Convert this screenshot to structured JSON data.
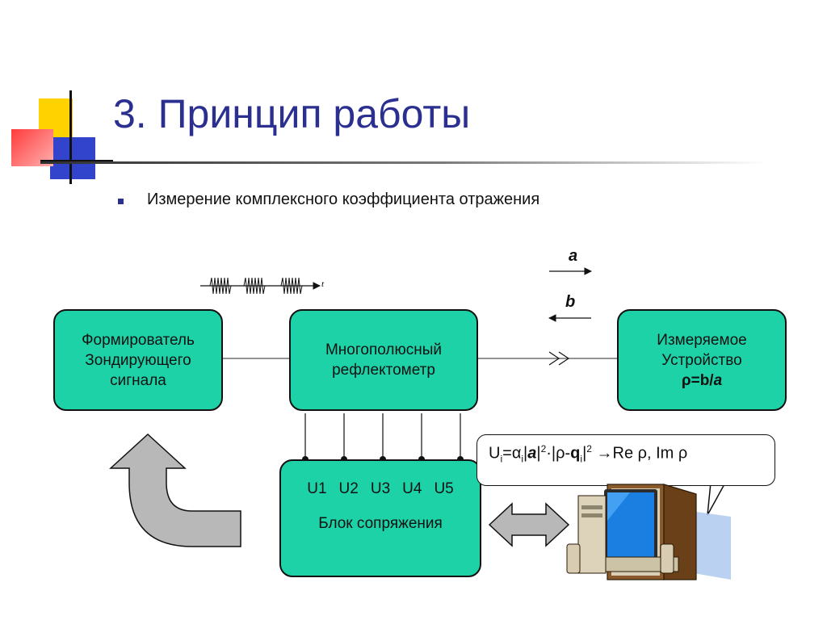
{
  "slide": {
    "title": "3. Принцип работы",
    "subtitle": "Измерение комплексного коэффициента отражения"
  },
  "diagram": {
    "generator": [
      "Формирователь",
      "Зондирующего",
      "сигнала"
    ],
    "reflectometer": [
      "Многополюсный",
      "рефлектометр"
    ],
    "device": {
      "line1": "Измеряемое",
      "line2": "Устройство",
      "formula_rho": "ρ",
      "formula_eq": "=b/",
      "formula_a": "a"
    },
    "interface": {
      "ports": [
        "U1",
        "U2",
        "U3",
        "U4",
        "U5"
      ],
      "label": "Блок сопряжения"
    },
    "wave_a": "a",
    "wave_b": "b",
    "time_label": "t",
    "formula": {
      "u": "U",
      "i": "i",
      "eq": "=",
      "alpha": "α",
      "part1": "|",
      "a": "a",
      "part2": "|",
      "pow": "2",
      "part3": "·|ρ-",
      "q": "q",
      "part4": "|",
      "result": " →Re ρ, Im ρ"
    }
  },
  "colors": {
    "box_fill": "#1ed2a8",
    "title": "#2b2f8f",
    "arrow_fill": "#b8b8b8",
    "monitor_screen": "#1a7fe0"
  },
  "icons": [
    "decor-squares",
    "curved-feedback-arrow",
    "double-headed-arrow",
    "computer-icon"
  ]
}
